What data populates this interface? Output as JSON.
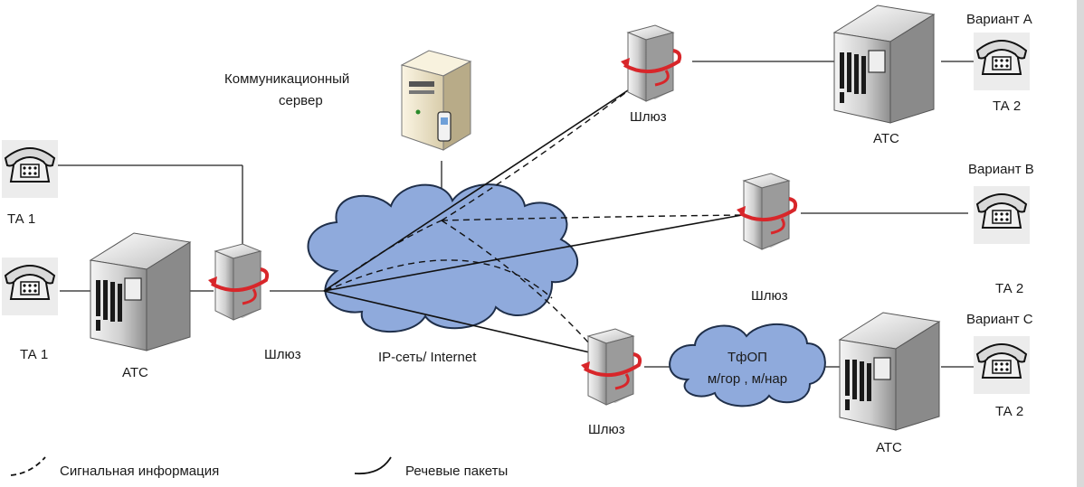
{
  "labels": {
    "comm_server_line1": "Коммуникационный",
    "comm_server_line2": "сервер",
    "ta1_top": "ТА 1",
    "ta1_bottom": "ТА 1",
    "ats_left": "АТС",
    "gateway_left": "Шлюз",
    "ip_network": "IP-сеть/ Internet",
    "gateway_a": "Шлюз",
    "ats_a": "АТС",
    "variant_a": "Вариант А",
    "ta2_a": "ТА 2",
    "variant_b": "Вариант В",
    "gateway_b": "Шлюз",
    "ta2_b": "ТА 2",
    "variant_c": "Вариант С",
    "pstn_line1": "ТфОП",
    "pstn_line2": "м/гор , м/нар",
    "gateway_c": "Шлюз",
    "ats_c": "АТС",
    "ta2_c": "ТА 2"
  },
  "legend": {
    "signal": "Сигнальная информация",
    "voice": "Речевые пакеты"
  },
  "colors": {
    "cloud_fill": "#8faadc",
    "cloud_stroke": "#1f2f4a",
    "line": "#222222",
    "gateway_arrow": "#d8262a",
    "device_body": "#d8d8d8"
  },
  "icons": [
    "phone-icon",
    "ats-cabinet-icon",
    "gateway-icon",
    "server-icon",
    "cloud-icon"
  ]
}
